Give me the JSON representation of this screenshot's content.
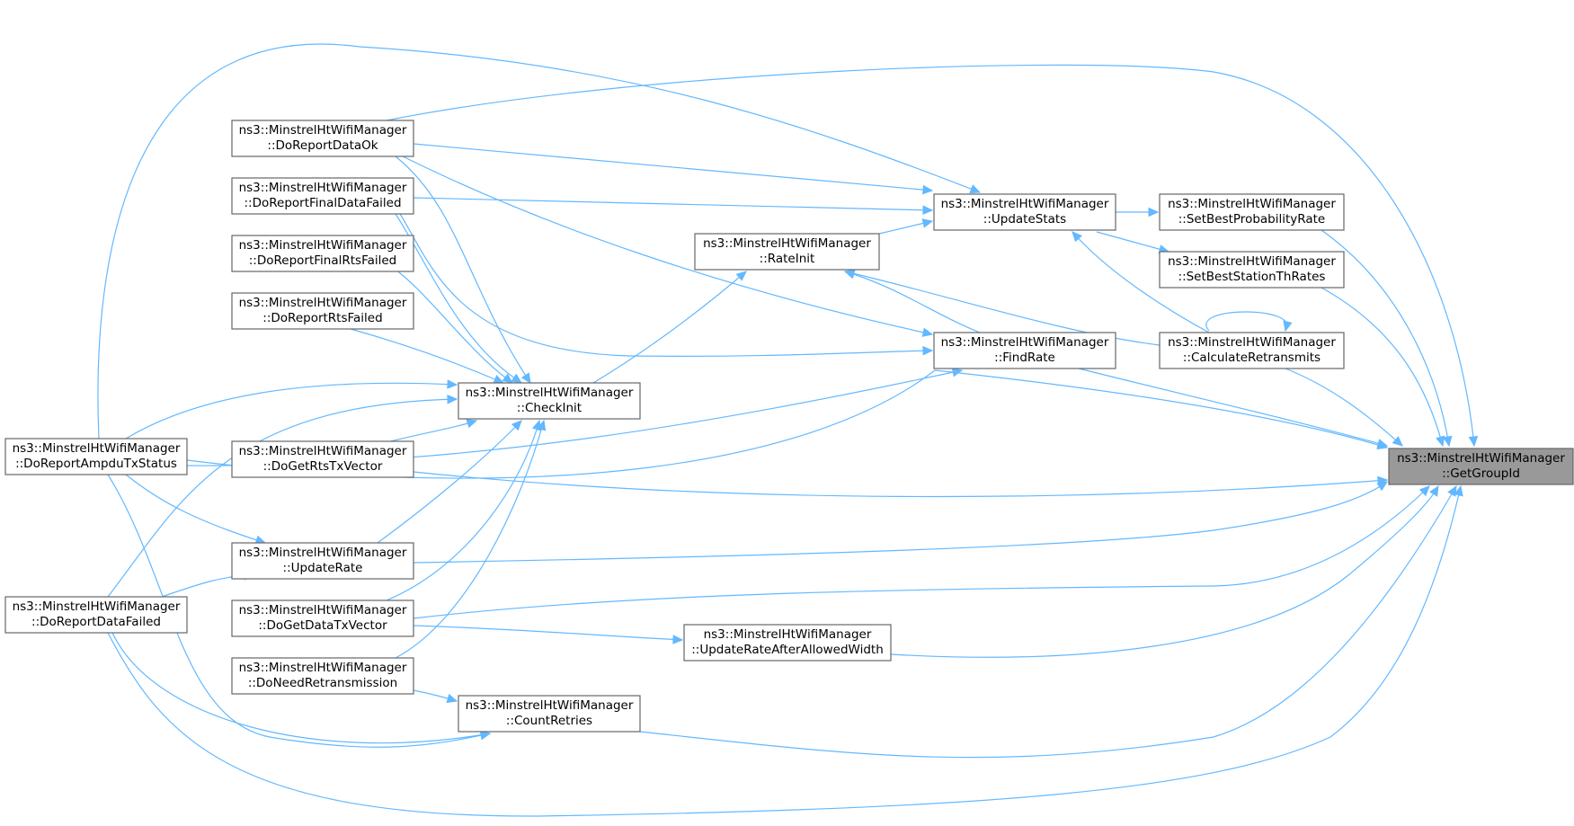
{
  "graph": {
    "nodes": [
      {
        "id": "getgroupid",
        "line1": "ns3::MinstrelHtWifiManager",
        "line2": "::GetGroupId",
        "root": true
      },
      {
        "id": "doreportdataok",
        "line1": "ns3::MinstrelHtWifiManager",
        "line2": "::DoReportDataOk"
      },
      {
        "id": "doreportfinaldatafailed",
        "line1": "ns3::MinstrelHtWifiManager",
        "line2": "::DoReportFinalDataFailed"
      },
      {
        "id": "doreportfinalrtsfailed",
        "line1": "ns3::MinstrelHtWifiManager",
        "line2": "::DoReportFinalRtsFailed"
      },
      {
        "id": "doreportrtsfailed",
        "line1": "ns3::MinstrelHtWifiManager",
        "line2": "::DoReportRtsFailed"
      },
      {
        "id": "dogetrtstxvector",
        "line1": "ns3::MinstrelHtWifiManager",
        "line2": "::DoGetRtsTxVector"
      },
      {
        "id": "updaterate",
        "line1": "ns3::MinstrelHtWifiManager",
        "line2": "::UpdateRate"
      },
      {
        "id": "dogetdatatxvector",
        "line1": "ns3::MinstrelHtWifiManager",
        "line2": "::DoGetDataTxVector"
      },
      {
        "id": "doneedretransmission",
        "line1": "ns3::MinstrelHtWifiManager",
        "line2": "::DoNeedRetransmission"
      },
      {
        "id": "doreportampdutxstatus",
        "line1": "ns3::MinstrelHtWifiManager",
        "line2": "::DoReportAmpduTxStatus"
      },
      {
        "id": "doreportdatafailed",
        "line1": "ns3::MinstrelHtWifiManager",
        "line2": "::DoReportDataFailed"
      },
      {
        "id": "checkinit",
        "line1": "ns3::MinstrelHtWifiManager",
        "line2": "::CheckInit"
      },
      {
        "id": "countretries",
        "line1": "ns3::MinstrelHtWifiManager",
        "line2": "::CountRetries"
      },
      {
        "id": "rateinit",
        "line1": "ns3::MinstrelHtWifiManager",
        "line2": "::RateInit"
      },
      {
        "id": "updaterateafterallowedwidth",
        "line1": "ns3::MinstrelHtWifiManager",
        "line2": "::UpdateRateAfterAllowedWidth"
      },
      {
        "id": "updatestats",
        "line1": "ns3::MinstrelHtWifiManager",
        "line2": "::UpdateStats"
      },
      {
        "id": "findrate",
        "line1": "ns3::MinstrelHtWifiManager",
        "line2": "::FindRate"
      },
      {
        "id": "setbestprobabilityrate",
        "line1": "ns3::MinstrelHtWifiManager",
        "line2": "::SetBestProbabilityRate"
      },
      {
        "id": "setbeststationthrates",
        "line1": "ns3::MinstrelHtWifiManager",
        "line2": "::SetBestStationThRates"
      },
      {
        "id": "calculateretransmits",
        "line1": "ns3::MinstrelHtWifiManager",
        "line2": "::CalculateRetransmits"
      }
    ],
    "edges": [
      {
        "from": "calculateretransmits",
        "to": "getgroupid"
      },
      {
        "from": "calculateretransmits",
        "to": "calculateretransmits"
      },
      {
        "from": "calculateretransmits",
        "to": "rateinit"
      },
      {
        "from": "calculateretransmits",
        "to": "updatestats"
      },
      {
        "from": "checkinit",
        "to": "rateinit"
      },
      {
        "from": "countretries",
        "to": "getgroupid"
      },
      {
        "from": "dogetdatatxvector",
        "to": "getgroupid"
      },
      {
        "from": "dogetdatatxvector",
        "to": "checkinit"
      },
      {
        "from": "dogetdatatxvector",
        "to": "updaterateafterallowedwidth"
      },
      {
        "from": "dogetrtstxvector",
        "to": "getgroupid"
      },
      {
        "from": "dogetrtstxvector",
        "to": "checkinit"
      },
      {
        "from": "doneedretransmission",
        "to": "checkinit"
      },
      {
        "from": "doneedretransmission",
        "to": "countretries"
      },
      {
        "from": "doreportampdutxstatus",
        "to": "getgroupid"
      },
      {
        "from": "doreportampdutxstatus",
        "to": "checkinit"
      },
      {
        "from": "doreportampdutxstatus",
        "to": "countretries"
      },
      {
        "from": "doreportampdutxstatus",
        "to": "findrate"
      },
      {
        "from": "doreportampdutxstatus",
        "to": "updaterate"
      },
      {
        "from": "doreportampdutxstatus",
        "to": "updatestats"
      },
      {
        "from": "doreportdatafailed",
        "to": "getgroupid"
      },
      {
        "from": "doreportdatafailed",
        "to": "checkinit"
      },
      {
        "from": "doreportdatafailed",
        "to": "countretries"
      },
      {
        "from": "doreportdatafailed",
        "to": "updaterate"
      },
      {
        "from": "doreportdataok",
        "to": "getgroupid"
      },
      {
        "from": "doreportdataok",
        "to": "checkinit"
      },
      {
        "from": "doreportdataok",
        "to": "findrate"
      },
      {
        "from": "doreportdataok",
        "to": "updatestats"
      },
      {
        "from": "doreportfinaldatafailed",
        "to": "checkinit"
      },
      {
        "from": "doreportfinaldatafailed",
        "to": "findrate"
      },
      {
        "from": "doreportfinaldatafailed",
        "to": "updatestats"
      },
      {
        "from": "doreportfinalrtsfailed",
        "to": "checkinit"
      },
      {
        "from": "doreportrtsfailed",
        "to": "checkinit"
      },
      {
        "from": "findrate",
        "to": "getgroupid"
      },
      {
        "from": "findrate",
        "to": "rateinit"
      },
      {
        "from": "rateinit",
        "to": "updatestats"
      },
      {
        "from": "setbestprobabilityrate",
        "to": "getgroupid"
      },
      {
        "from": "setbeststationthrates",
        "to": "getgroupid"
      },
      {
        "from": "updaterate",
        "to": "getgroupid"
      },
      {
        "from": "updaterate",
        "to": "checkinit"
      },
      {
        "from": "updaterateafterallowedwidth",
        "to": "getgroupid"
      },
      {
        "from": "updatestats",
        "to": "setbestprobabilityrate"
      },
      {
        "from": "updatestats",
        "to": "setbeststationthrates"
      }
    ]
  },
  "colors": {
    "edge": "#63b8ff",
    "node_border": "#666666",
    "node_fill": "#ffffff",
    "root_fill": "#999999",
    "text": "#000000"
  }
}
